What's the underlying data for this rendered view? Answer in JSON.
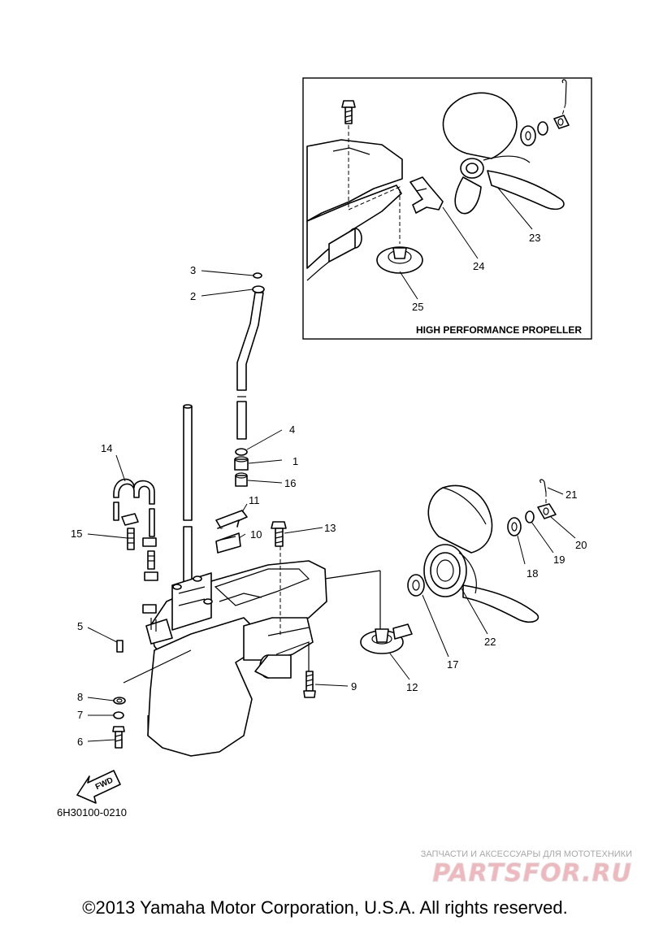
{
  "callouts": [
    "1",
    "2",
    "3",
    "4",
    "5",
    "6",
    "7",
    "8",
    "9",
    "10",
    "11",
    "12",
    "13",
    "14",
    "15",
    "16",
    "17",
    "18",
    "19",
    "20",
    "21",
    "22",
    "23",
    "24",
    "25"
  ],
  "inset": {
    "title": "HIGH PERFORMANCE PROPELLER"
  },
  "drawing_code": "6H30100-0210",
  "fwd_label": "FWD",
  "watermark": {
    "tagline": "ЗАПЧАСТИ И АКСЕССУАРЫ ДЛЯ МОТОТЕХНИКИ",
    "logo": "PARTSFOR.RU"
  },
  "copyright": "©2013 Yamaha Motor Corporation, U.S.A. All rights reserved.",
  "colors": {
    "line": "#000000",
    "background": "#ffffff",
    "watermark_logo": "#f4b6bd",
    "watermark_text": "#a8a8a8"
  }
}
